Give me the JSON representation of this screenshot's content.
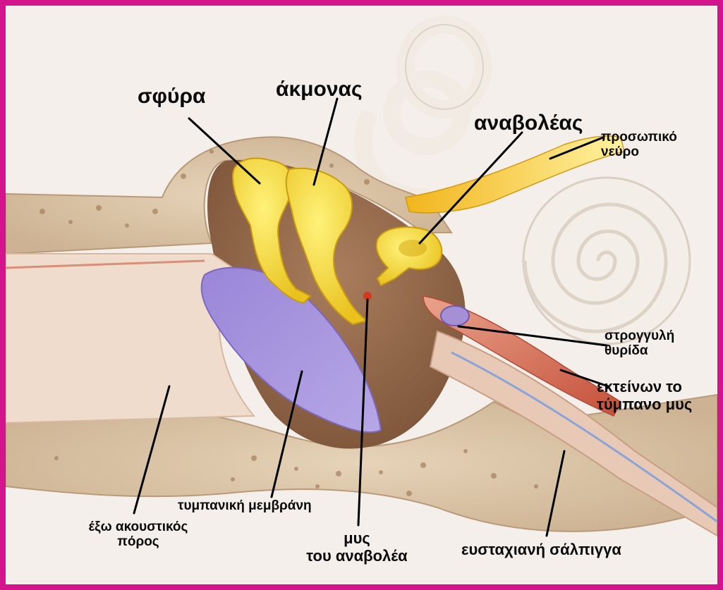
{
  "frame_color": "#d4148c",
  "labels": {
    "malleus": "σφύρα",
    "incus": "άκμονας",
    "stapes": "αναβολέας",
    "facial_nerve_1": "προσωπικό",
    "facial_nerve_2": "νεύρο",
    "round_window_1": "στρογγυλή",
    "round_window_2": "θυρίδα",
    "tensor_tympani_1": "εκτείνων το",
    "tensor_tympani_2": "τύμπανο μυς",
    "eustachian_tube": "ευσταχιανή σάλπιγγα",
    "stapedius_1": "μυς",
    "stapedius_2": "του αναβολέα",
    "tympanic_membrane": "τυμπανική μεμβράνη",
    "ear_canal_1": "έξω ακουστικός",
    "ear_canal_2": "πόρος"
  }
}
